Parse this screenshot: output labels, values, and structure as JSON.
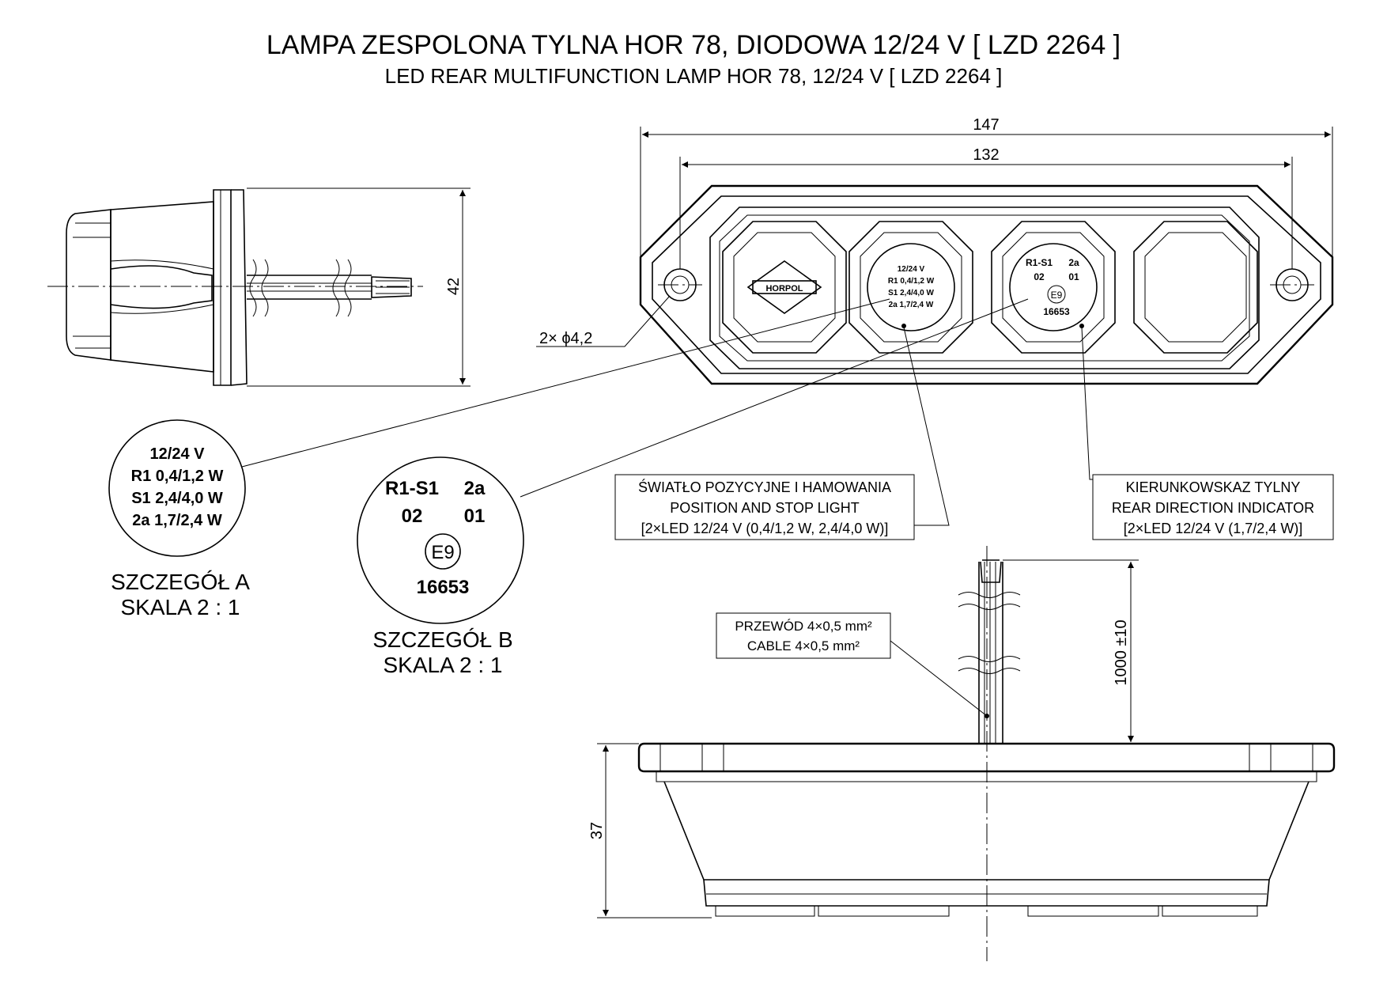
{
  "title": {
    "line1": "LAMPA ZESPOLONA TYLNA HOR 78, DIODOWA 12/24 V [ LZD 2264 ]",
    "line2": "LED REAR MULTIFUNCTION LAMP HOR 78, 12/24 V [ LZD 2264 ]"
  },
  "dimensions": {
    "overall_width": "147",
    "hole_spacing": "132",
    "height": "42",
    "hole_diameter": "2× ϕ4,2",
    "cable_length": "1000 ±10",
    "depth": "37"
  },
  "brand_logo": "HORPOL",
  "lamp_markings": {
    "detail_a": [
      "12/24 V",
      "R1 0,4/1,2 W",
      "S1 2,4/4,0 W",
      "2a 1,7/2,4 W"
    ],
    "detail_b": {
      "row1_left": "R1-S1",
      "row1_right": "2a",
      "row2_left": "02",
      "row2_right": "01",
      "mark": "E9",
      "number": "16653"
    }
  },
  "details": {
    "a_title": "SZCZEGÓŁ A",
    "a_scale": "SKALA 2 : 1",
    "b_title": "SZCZEGÓŁ B",
    "b_scale": "SKALA 2 : 1"
  },
  "callouts": {
    "position_stop": [
      "ŚWIATŁO POZYCYJNE I HAMOWANIA",
      "POSITION AND STOP LIGHT",
      "[2×LED 12/24 V (0,4/1,2 W, 2,4/4,0 W)]"
    ],
    "direction": [
      "KIERUNKOWSKAZ TYLNY",
      "REAR DIRECTION INDICATOR",
      "[2×LED 12/24 V (1,7/2,4 W)]"
    ],
    "cable": [
      "PRZEWÓD 4×0,5 mm²",
      "CABLE 4×0,5 mm²"
    ]
  }
}
